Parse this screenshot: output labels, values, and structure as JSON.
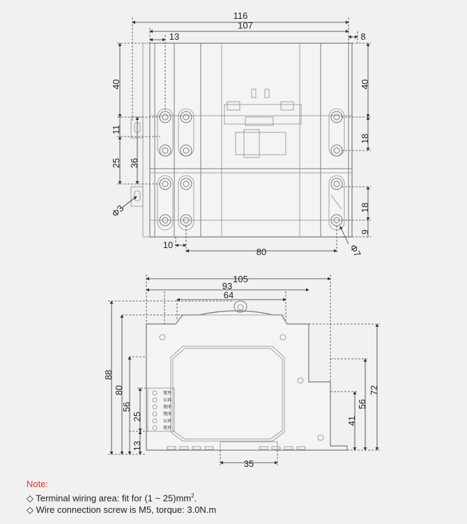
{
  "top_view": {
    "dims": {
      "overall_width": "116",
      "body_width": "107",
      "left_offset": "13",
      "right_offset": "8",
      "left_top": "40",
      "left_mid": "11",
      "left_lower": "25",
      "left_pitch": "36",
      "hole_dia": "Φ3",
      "right_top": "40",
      "right_mid": "18",
      "right_lower": "18",
      "right_bottom": "9",
      "slot_dia": "Φ7",
      "bottom_left": "10",
      "bottom_span": "80"
    }
  },
  "side_view": {
    "dims": {
      "width_105": "105",
      "width_93": "93",
      "width_64": "64",
      "h_88": "88",
      "h_80": "80",
      "h_56_left": "56",
      "h_25": "25",
      "h_13": "13",
      "h_72": "72",
      "h_56_right": "56",
      "h_41": "41",
      "rail_35": "35"
    },
    "terminal_labels": [
      "常开",
      "公共",
      "常闭",
      "常闭",
      "公共",
      "常开"
    ]
  },
  "notes": {
    "title": "Note:",
    "line1_prefix": "◇ Terminal wiring area: fit for  (1 ~ 25)mm",
    "line1_sup": "2",
    "line1_suffix": ".",
    "line2": "◇ Wire connection screw is M5, torque: 3.0N.m"
  },
  "colors": {
    "note_title": "#e2332d"
  }
}
